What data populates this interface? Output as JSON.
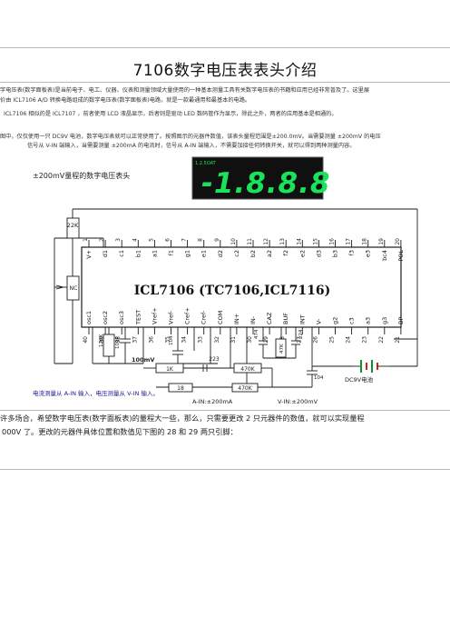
{
  "document": {
    "title": "7106数字电压表表头介绍",
    "paragraphs": [
      "字电压表(数字面板表)是当前电子、电工、仪器、仪表和测量领域大量使用的一种基本测量工具有关数字电压表的书籍和应用已经非常普及了。这里展",
      "价由 ICL7106   A/D 转换电路组成的数字电压表(数字面板表)电路，就是一款最通用和最基本的电路。",
      "ICL7106 相似的是 ICL7107 ，前者使用 LCD 液晶显示，后者则是驱动 LED 数码管作为显示，除此之外，两者的应用基本是相通的。",
      "图中，仅仅使用一只 DC9V 电池，数字电压表就可以正常使用了。按照图示的元器件数值，该表头量程范围是±200.0mV。当需要测量 ±200mV 的电压",
      "信号从 V-IN 端输入，当需要测量 ±200mA 的电流时，信号从 A-IN 端输入，不需要加接任何转换开关，就可以得到两种测量内容。"
    ],
    "bottom_paragraphs": [
      "许多场合，希望数字电压表(数字面板表)的量程大一些，那么，只需要更改 2 只元器件的数值，就可以实现量程",
      "000V 了。更改的元器件具体位置和数值见下图的 28 和 29 两只引脚："
    ]
  },
  "figure": {
    "range_label": "±200mV量程的数字电压表头",
    "display_prefix": "1.2.5OAT",
    "display_digits": "-1.8.8.8",
    "chip_name": "ICL7106 (TC7106,ICL7116)",
    "top_pins": [
      "1",
      "2",
      "3",
      "4",
      "5",
      "6",
      "7",
      "8",
      "9",
      "10",
      "11",
      "12",
      "13",
      "14",
      "15",
      "16",
      "17",
      "18",
      "19",
      "20"
    ],
    "top_pin_labels": [
      "V+",
      "d1",
      "c1",
      "b1",
      "a1",
      "f1",
      "g1",
      "e1",
      "d2",
      "c2",
      "b2",
      "a2",
      "f2",
      "e2",
      "d3",
      "b3",
      "f3",
      "e3",
      "bc4",
      "POL"
    ],
    "bottom_pins": [
      "40",
      "39",
      "38",
      "37",
      "36",
      "35",
      "34",
      "33",
      "32",
      "31",
      "30",
      "29",
      "28",
      "27",
      "26",
      "25",
      "24",
      "23",
      "22",
      "21"
    ],
    "bottom_pin_labels": [
      "osc1",
      "osc2",
      "osc3",
      "TEST",
      "Vref+",
      "Vref-",
      "Cref+",
      "Cref-",
      "COM",
      "IN+",
      "IN-",
      "CAZ",
      "BUF",
      "INT",
      "V-",
      "g2",
      "c3",
      "a3",
      "g3",
      "BP"
    ],
    "components": {
      "r_top": "22K",
      "r_pot": "NC",
      "r_osc": "120K",
      "c_osc": "100P",
      "c_ref_note": "100mV",
      "c_ref": "104",
      "c_az": "474",
      "r_buf": "47K",
      "c_int": "224",
      "r_1k": "1K",
      "c_223": "223",
      "r_470k": "470K",
      "r_18": "18",
      "r_470k_b": "470K",
      "c_104": "104",
      "battery": "DC9V电池"
    },
    "notes": {
      "left": "电流测量从 A-IN 输入，电压测量从 V-IN 输入。",
      "a_in": "A-IN:±200mA",
      "v_in": "V-IN:±200mV"
    }
  },
  "colors": {
    "text": "#222222",
    "rule": "#b9b9b9",
    "wire": "#1a1a1a",
    "chip_fill": "#ffffff",
    "display_bg": "#101010",
    "display_fg": "#19e35a",
    "battery_red": "#d62020",
    "battery_green": "#109030",
    "note_blue": "#1b1b8c"
  }
}
